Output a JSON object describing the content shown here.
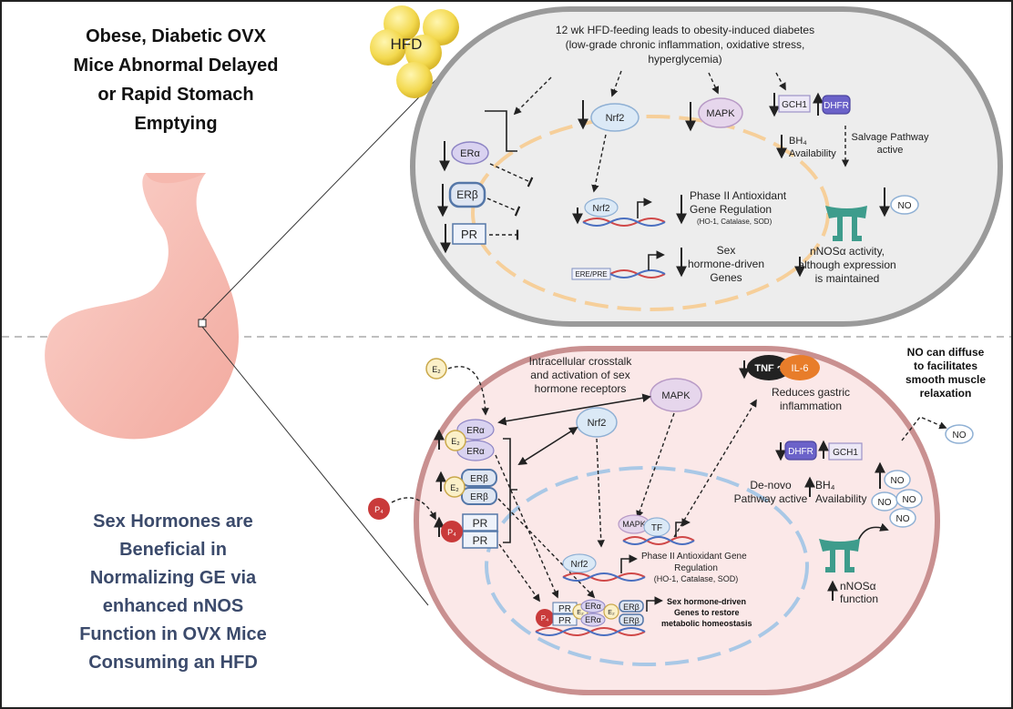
{
  "top": {
    "title_lines": [
      "Obese, Diabetic OVX",
      "Mice Abnormal Delayed",
      "or Rapid Stomach",
      "Emptying"
    ],
    "hfd": "HFD",
    "desc_lines": [
      "12 wk HFD-feeding leads to obesity-induced diabetes",
      "(low-grade chronic inflammation, oxidative stress,",
      "hyperglycemia)"
    ],
    "era": "ERα",
    "erb": "ERβ",
    "pr": "PR",
    "nrf2": "Nrf2",
    "nrf2_gene": "Nrf2",
    "mapk": "MAPK",
    "gch1": "GCH1",
    "dhfr": "DHFR",
    "bh4_lines": [
      "BH₄",
      "Availability"
    ],
    "salvage_lines": [
      "Salvage Pathway",
      "active"
    ],
    "phase2_lines": [
      "Phase II Antioxidant",
      "Gene Regulation"
    ],
    "phase2_sub": "(HO-1, Catalase, SOD)",
    "ere_pre": "ERE/PRE",
    "sex_genes_lines": [
      "Sex",
      "hormone-driven",
      "Genes"
    ],
    "no": "NO",
    "nnos_lines": [
      "nNOSα activity,",
      "although expression",
      "is maintained"
    ]
  },
  "bottom": {
    "title_lines": [
      "Sex Hormones are",
      "Beneficial in",
      "Normalizing GE via",
      "enhanced nNOS",
      "Function in OVX Mice",
      "Consuming an HFD"
    ],
    "e2": "E₂",
    "p4": "P₄",
    "crosstalk_lines": [
      "Intracellular crosstalk",
      "and activation of sex",
      "hormone receptors"
    ],
    "mapk": "MAPK",
    "nrf2": "Nrf2",
    "nrf2_gene": "Nrf2",
    "mapk_gene": "MAPK",
    "tf": "TF",
    "tnf": "TNF α",
    "il6": "IL-6",
    "reduces_lines": [
      "Reduces gastric",
      "inflammation"
    ],
    "no_diffuse_lines": [
      "NO can diffuse",
      "to facilitates",
      "smooth muscle",
      "relaxation"
    ],
    "no": "NO",
    "dhfr": "DHFR",
    "gch1": "GCH1",
    "denovo_lines": [
      "De-novo",
      "Pathway active"
    ],
    "bh4_lines": [
      "BH₄",
      "Availability"
    ],
    "era": "ERα",
    "erb": "ERβ",
    "pr": "PR",
    "phase2_lines": [
      "Phase II Antioxidant Gene",
      "Regulation"
    ],
    "phase2_sub": "(HO-1, Catalase, SOD)",
    "sex_genes_lines": [
      "Sex hormone-driven",
      "Genes to restore",
      "metabolic homeostasis"
    ],
    "nnos_lines": [
      "nNOSα",
      "function"
    ]
  }
}
